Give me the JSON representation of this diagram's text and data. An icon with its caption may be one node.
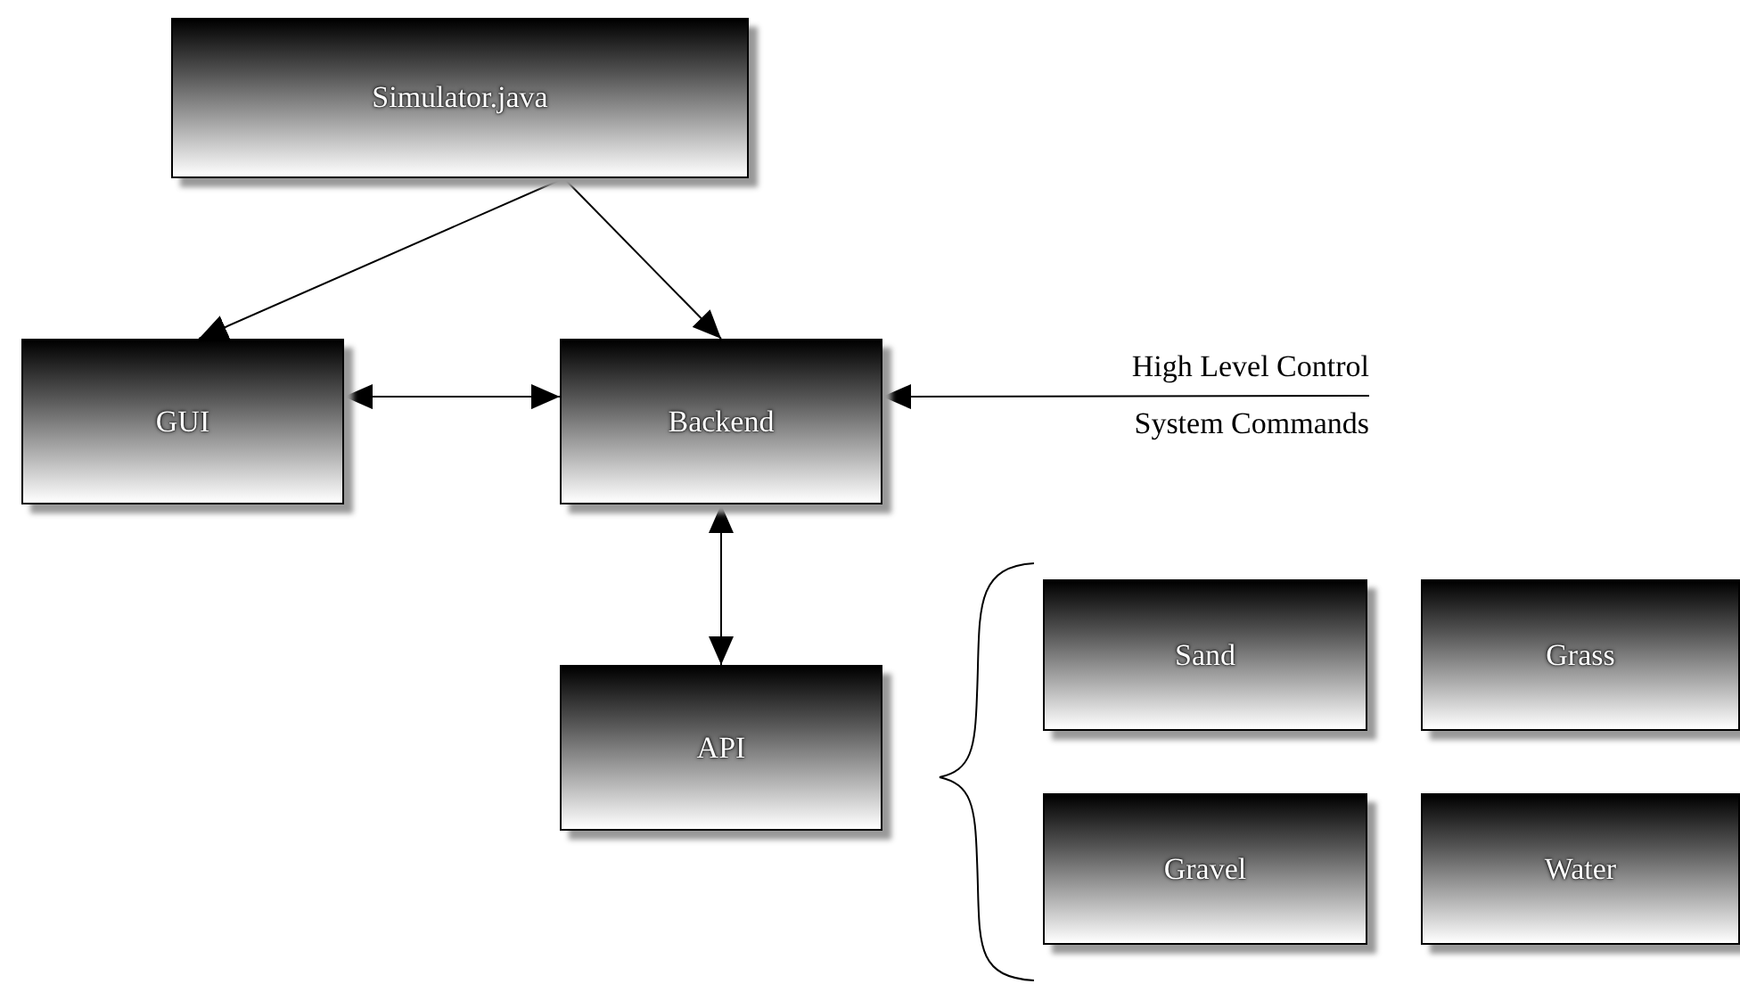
{
  "diagram": {
    "nodes": [
      {
        "text": [
          "Simulator.java"
        ]
      },
      {
        "text": [
          "GUI"
        ]
      },
      {
        "text": [
          "Backend"
        ]
      },
      {
        "text": [
          "High Level Control",
          "System Commands"
        ]
      },
      {
        "text": [
          "API"
        ]
      },
      {
        "text": [
          "Sand"
        ]
      },
      {
        "text": [
          "Grass"
        ]
      },
      {
        "text": [
          "Gravel"
        ]
      },
      {
        "text": [
          "Water"
        ]
      }
    ],
    "edges": [
      {
        "from": 0,
        "to": 1,
        "arrow": "to"
      },
      {
        "from": 0,
        "to": 2,
        "arrow": "to"
      },
      {
        "from": 1,
        "to": 2,
        "arrow": "both"
      },
      {
        "from": 3,
        "to": 2,
        "arrow": "to"
      },
      {
        "from": 2,
        "to": 4,
        "arrow": "both"
      }
    ]
  }
}
